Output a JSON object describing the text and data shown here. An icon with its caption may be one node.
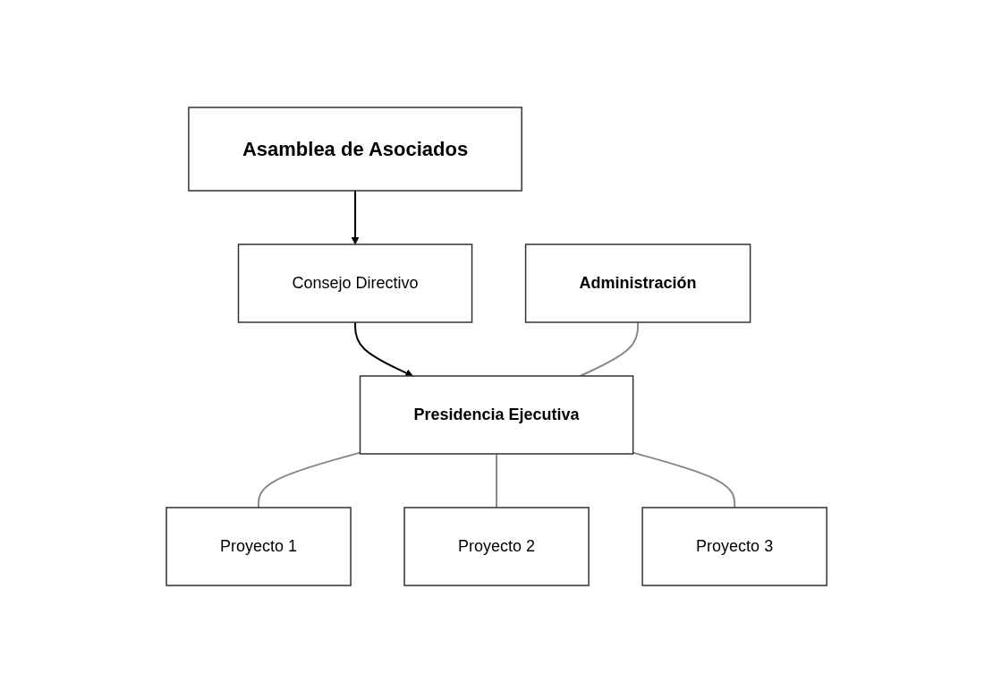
{
  "diagram": {
    "nodes": [
      {
        "text": [
          "Asamblea de Asociados"
        ]
      },
      {
        "text": [
          "Consejo Directivo"
        ]
      },
      {
        "text": [
          "Administración"
        ]
      },
      {
        "text": [
          "Presidencia Ejecutiva"
        ]
      },
      {
        "text": [
          "Proyecto 1"
        ]
      },
      {
        "text": [
          "Proyecto 2"
        ]
      },
      {
        "text": [
          "Proyecto 3"
        ]
      }
    ],
    "edges": [
      {
        "from": 0,
        "to": 1,
        "arrow": "to",
        "color": "#000000"
      },
      {
        "from": 1,
        "to": 3,
        "arrow": "to",
        "color": "#000000"
      },
      {
        "from": 2,
        "to": 3,
        "arrow": "none"
      },
      {
        "from": 3,
        "to": 4,
        "arrow": "none"
      },
      {
        "from": 3,
        "to": 5,
        "arrow": "none"
      },
      {
        "from": 3,
        "to": 6,
        "arrow": "none"
      }
    ]
  }
}
